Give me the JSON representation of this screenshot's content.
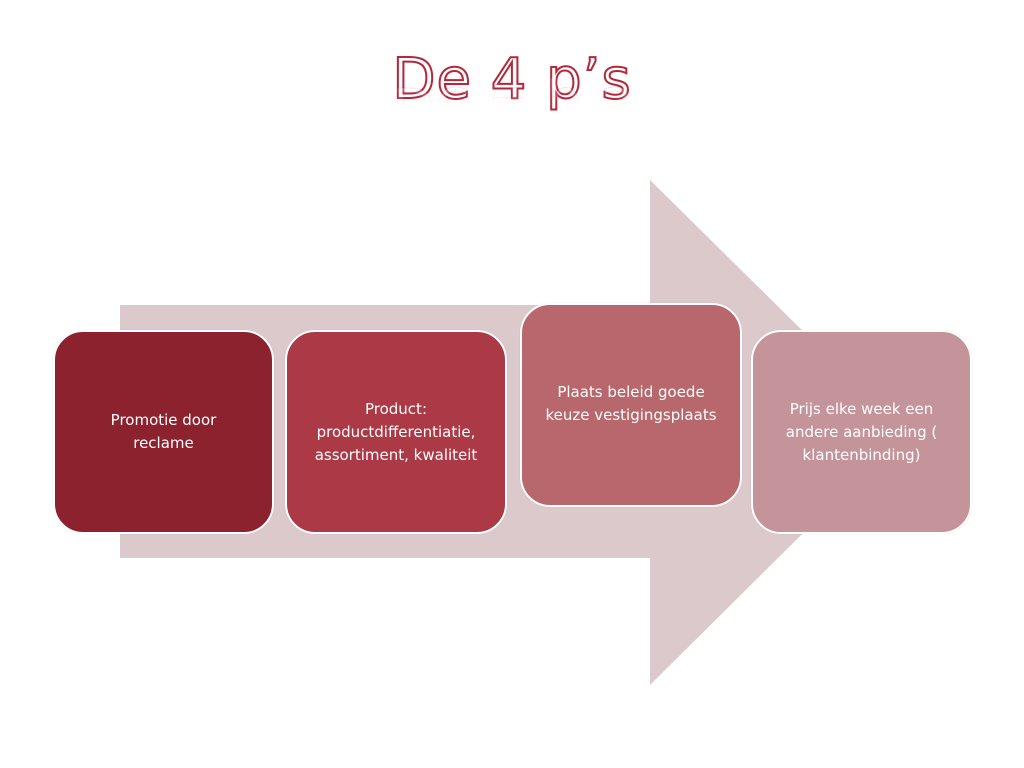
{
  "slide": {
    "title": "De 4 p’s"
  },
  "colors": {
    "title_outline": "#b2283c",
    "arrow": "#dcc9cb",
    "box_1": "#8d222f",
    "box_2": "#ac3a46",
    "box_3": "#b8676c",
    "box_4": "#c4949a",
    "box_text": "#ffffff"
  },
  "process": {
    "steps": [
      {
        "text": "Promotie  door\nreclame"
      },
      {
        "text": "Product:\nproductdifferentiatie,\nassortiment, kwaliteit"
      },
      {
        "text": "Plaats beleid goede\nkeuze vestigingsplaats"
      },
      {
        "text": "Prijs elke week een\nandere aanbieding (\nklantenbinding)"
      }
    ]
  }
}
